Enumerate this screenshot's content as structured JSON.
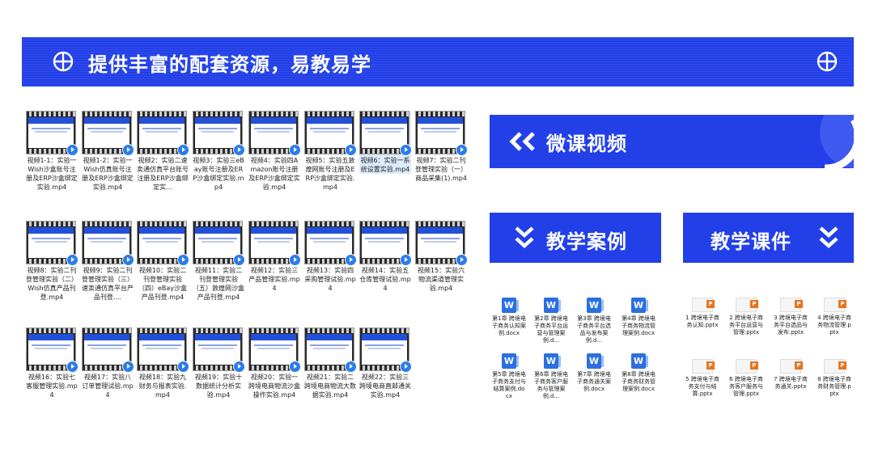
{
  "banner": {
    "title": "提供丰富的配套资源，易教易学"
  },
  "videos": [
    "视频1-1：实验一Wish沙盒账号注册及ERP沙盒绑定实验.mp4",
    "视频1-2：实验一Wish仿真账号注册及ERP沙盒绑定实验.mp4",
    "视频2：实验二速卖通仿真平台账号注册及ERP沙盒绑定实...",
    "视频3：实验三eBay账号注册及ERP沙盒绑定实验.mp4",
    "视频4：实验四Amazon账号注册及ERP沙盒绑定实验.mp4",
    "视频5：实验五敦煌网账号注册及ERP沙盒绑定实验.mp4",
    "视频6：实验一系统设置实验.mp4",
    "视频7：实验二刊登管理实验（一）商品采集(1).mp4",
    "视频8：实验二刊登管理实验（二）Wish仿真产品刊登.mp4",
    "视频9：实验二刊登管理实验（三）速卖通仿真平台产品刊登....",
    "视频10：实验二刊登管理实验（四）eBay沙盒产品刊登.mp4",
    "视频11：实验二刊登管理实验（五）敦煌网沙盒产品刊登.mp4",
    "视频12：实验三产品管理实验.mp4",
    "视频13：实验四采购管理试验.mp4",
    "视频14：实验五仓库管理试验.mp4",
    "视频15：实验六物流渠道管理实验.mp4",
    "视频16：实验七客服管理实验.mp4",
    "视频17：实验八订单管理试验.mp4",
    "视频18：实验九财务与报表实验.mp4",
    "视频19：实验十数据统计分析实验.mp4",
    "视频20：实验一跨境电商物流沙盒操作实验.mp4",
    "视频21：实验二跨境电商物流大数据实验.mp4",
    "视频22：实验三跨境电商直邮通关实验.mp4"
  ],
  "tiles": {
    "micro_video": "微课视频",
    "cases": "教学案例",
    "courseware": "教学课件"
  },
  "docs": [
    "第1章 跨境电子商务认知案例.docx",
    "第2章 跨境电子商务平台运营与管理案例.d...",
    "第3章 跨境电子商务平台选品与发布案例.d...",
    "第4章 跨境电子商务物流管理案例.docx",
    "第5章 跨境电子商务支付与结算案例.docx",
    "第6章 跨境电子商务客户服务与管理案例.d...",
    "第7章 跨境电子商务通关案例.docx",
    "第8章 跨境电子商务财务管理案例.docx"
  ],
  "ppts": [
    "1 跨境电子商务认知.pptx",
    "2 跨境电子商务平台运营与管理.pptx",
    "3 跨境电子商务平台选品与发布.pptx",
    "4 跨境电子商务物流管理.pptx",
    "5 跨境电子商务支付与结算.pptx",
    "6 跨境电子商务客户服务与管理.pptx",
    "7 跨境电子商务通关.pptx",
    "8 跨境电子商务财务管理.pptx"
  ],
  "icons": {
    "word": "W",
    "ppt": "P"
  },
  "colors": {
    "accent": "#2340e8"
  }
}
